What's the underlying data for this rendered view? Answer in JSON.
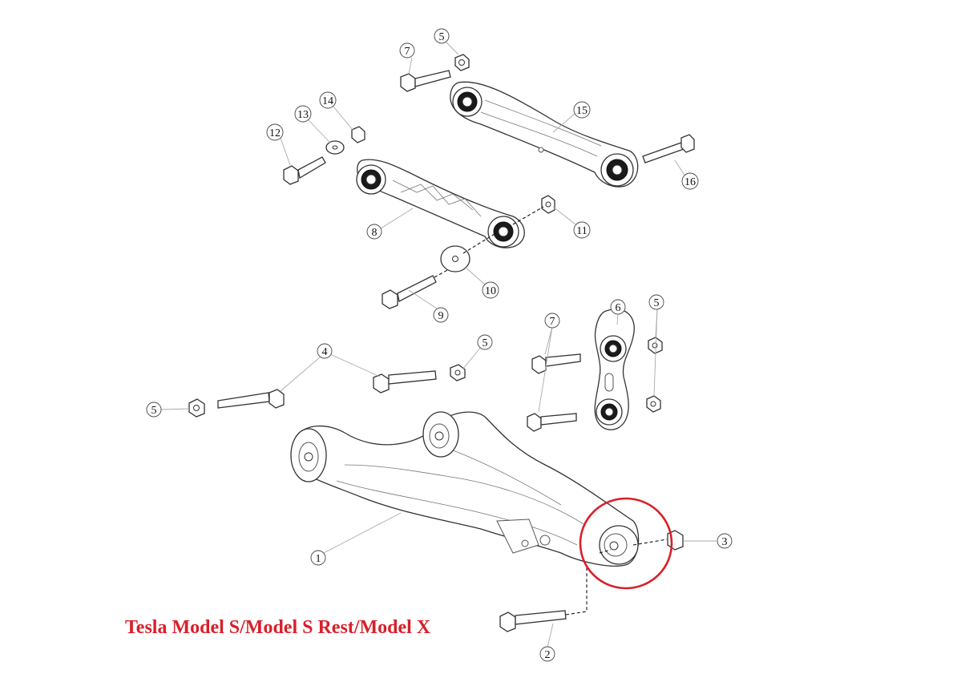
{
  "caption": "Tesla Model S/Model S Rest/Model X",
  "colors": {
    "highlight": "#d8202a",
    "line": "#333333"
  },
  "highlight_note": "rear lower control arm outer bushing circled",
  "callouts": {
    "n1": "1",
    "n2": "2",
    "n3": "3",
    "n4": "4",
    "n5a": "5",
    "n5b": "5",
    "n5c": "5",
    "n5d": "5",
    "n6": "6",
    "n7a": "7",
    "n7b": "7",
    "n8": "8",
    "n9": "9",
    "n10": "10",
    "n11": "11",
    "n12": "12",
    "n13": "13",
    "n14": "14",
    "n15": "15",
    "n16": "16"
  }
}
